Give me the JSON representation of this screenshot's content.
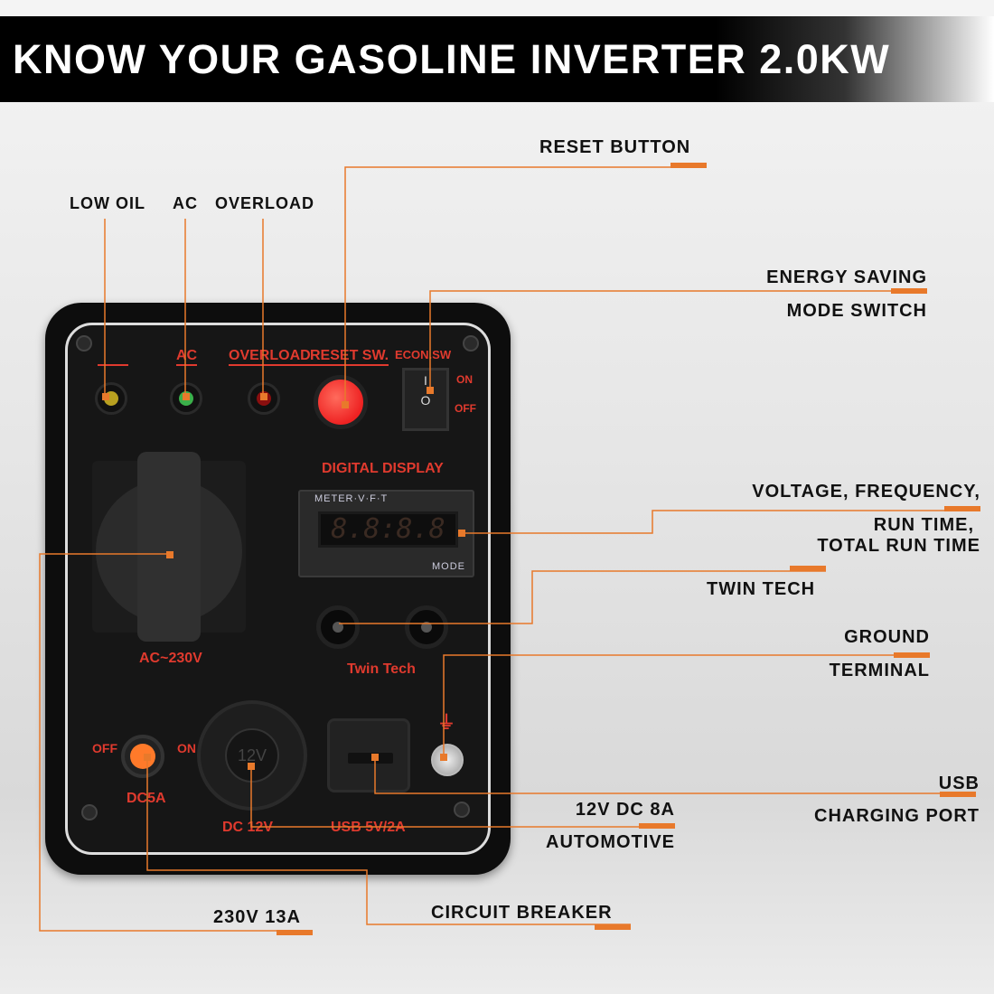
{
  "header": {
    "title": "KNOW YOUR GASOLINE INVERTER 2.0KW"
  },
  "callouts": {
    "low_oil": "LOW OIL",
    "ac": "AC",
    "overload": "OVERLOAD",
    "reset_button": "RESET BUTTON",
    "energy_saving_1": "ENERGY SAVING",
    "energy_saving_2": "MODE SWITCH",
    "display_1": "VOLTAGE, FREQUENCY,",
    "display_2": "RUN TIME,",
    "display_3": "TOTAL RUN TIME",
    "twin_tech": "TWIN TECH",
    "ground_1": "GROUND",
    "ground_2": "TERMINAL",
    "usb_1": "USB",
    "usb_2": "CHARGING PORT",
    "dc_1": "12V DC 8A",
    "dc_2": "AUTOMOTIVE",
    "breaker": "CIRCUIT BREAKER",
    "ac_socket": "230V 13A"
  },
  "panel": {
    "ac": "AC",
    "overload": "OVERLOAD",
    "reset": "RESET SW.",
    "econ": "ECON.SW",
    "on": "ON",
    "off": "OFF",
    "on_symbol": "I",
    "off_symbol": "O",
    "digital_display": "DIGITAL DISPLAY",
    "meter_caption": "METER·V·F·T",
    "meter_digits": "8.8:8.8",
    "mode": "MODE",
    "ac_230": "AC~230V",
    "twin_tech": "Twin Tech",
    "breaker_off": "OFF",
    "breaker_on": "ON",
    "dc5a": "DC5A",
    "dc12v": "DC 12V",
    "usb": "USB 5V/2A",
    "cig_label": "12V"
  },
  "colors": {
    "accent": "#e8792b",
    "panel_label": "#e03a2e"
  }
}
